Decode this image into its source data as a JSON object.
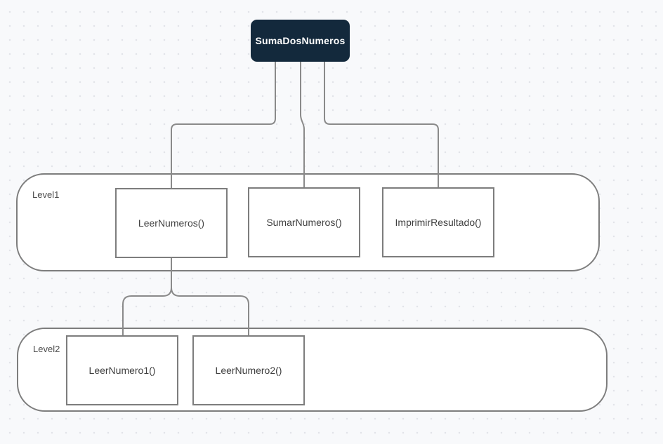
{
  "diagram": {
    "root": {
      "label": "SumaDosNumeros"
    },
    "groups": [
      {
        "label": "Level1",
        "nodes": [
          {
            "label": "LeerNumeros()"
          },
          {
            "label": "SumarNumeros()"
          },
          {
            "label": "ImprimirResultado()"
          }
        ]
      },
      {
        "label": "Level2",
        "nodes": [
          {
            "label": "LeerNumero1()"
          },
          {
            "label": "LeerNumero2()"
          }
        ]
      }
    ],
    "edges": [
      {
        "from": "SumaDosNumeros",
        "to": "LeerNumeros()"
      },
      {
        "from": "SumaDosNumeros",
        "to": "SumarNumeros()"
      },
      {
        "from": "SumaDosNumeros",
        "to": "ImprimirResultado()"
      },
      {
        "from": "LeerNumeros()",
        "to": "LeerNumero1()"
      },
      {
        "from": "LeerNumeros()",
        "to": "LeerNumero2()"
      }
    ],
    "colors": {
      "canvas_background": "#f8f9fb",
      "grid_dot": "#e2e4e9",
      "root_fill": "#13293c",
      "root_text": "#ffffff",
      "node_fill": "#ffffff",
      "node_border": "#7d7d7d",
      "node_text": "#3f3f3f",
      "group_label_text": "#4b4b4b",
      "edge": "#8a8a8a"
    }
  }
}
